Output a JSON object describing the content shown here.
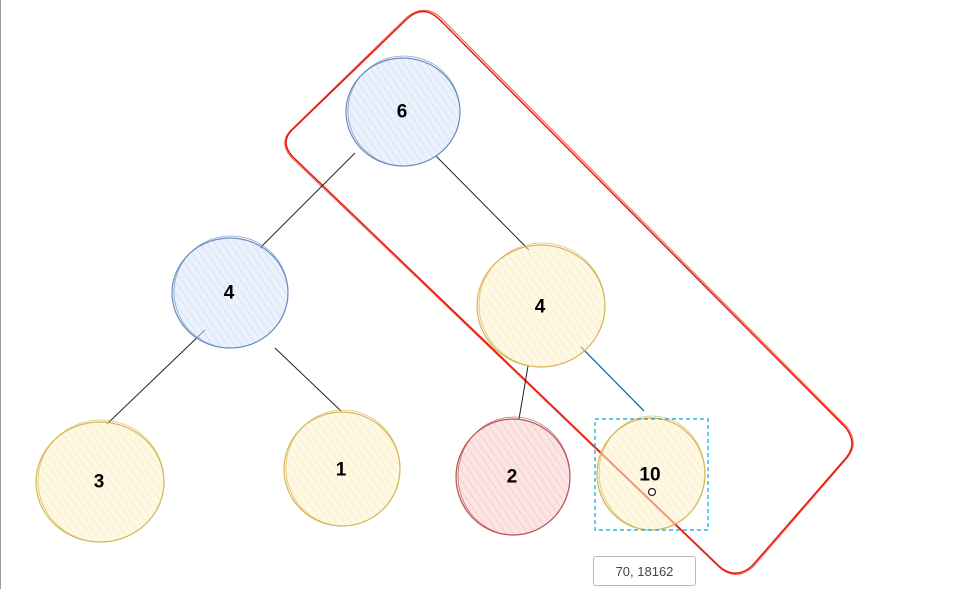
{
  "nodes": [
    {
      "id": "root",
      "label": "6",
      "style": "blue"
    },
    {
      "id": "left-mid",
      "label": "4",
      "style": "blue"
    },
    {
      "id": "right-mid",
      "label": "4",
      "style": "yellow"
    },
    {
      "id": "leaf-3",
      "label": "3",
      "style": "yellow"
    },
    {
      "id": "leaf-1",
      "label": "1",
      "style": "yellow"
    },
    {
      "id": "leaf-2",
      "label": "2",
      "style": "red"
    },
    {
      "id": "leaf-10",
      "label": "10",
      "style": "yellow",
      "selected": true
    }
  ],
  "edges": [
    {
      "from": "root",
      "to": "left-mid"
    },
    {
      "from": "root",
      "to": "right-mid"
    },
    {
      "from": "left-mid",
      "to": "leaf-3"
    },
    {
      "from": "left-mid",
      "to": "leaf-1"
    },
    {
      "from": "right-mid",
      "to": "leaf-2"
    },
    {
      "from": "right-mid",
      "to": "leaf-10",
      "highlighted": true
    }
  ],
  "colors": {
    "blue_stroke": "#6c8ebf",
    "blue_fill": "#dae8fc",
    "yellow_stroke": "#d6b656",
    "yellow_fill": "#fff2cc",
    "red_stroke": "#b85450",
    "red_fill": "#f8cecc",
    "highlight_frame": "#e51400",
    "selection": "#00a8e0",
    "edge": "#222222",
    "edge_highlight": "#10739e"
  },
  "status": {
    "coordinates": "70, 18162"
  }
}
